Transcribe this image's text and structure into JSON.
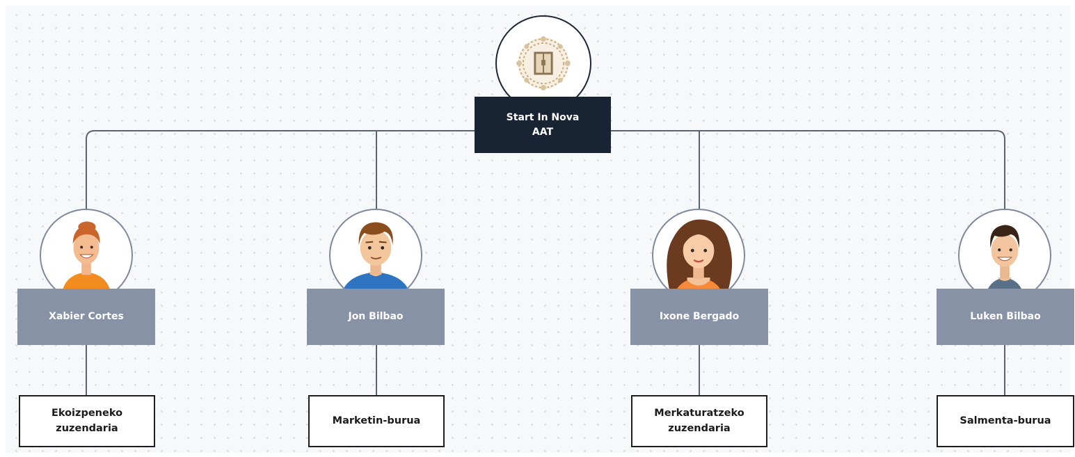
{
  "root": {
    "title": "Start In Nova\nAAT",
    "logo": {
      "icon": "ornate-gold-door-logo",
      "colors": [
        "#c9a97a",
        "#e6d5b8",
        "#8a7354"
      ]
    }
  },
  "people": [
    {
      "name": "Xabier Cortes",
      "role": "Ekoizpeneko\nzuzendaria",
      "avatar": "man-orange-shirt-avatar"
    },
    {
      "name": "Jon Bilbao",
      "role": "Marketin-burua",
      "avatar": "man-blue-shirt-avatar"
    },
    {
      "name": "Ixone Bergado",
      "role": "Merkaturatzeko\nzuzendaria",
      "avatar": "woman-curly-hair-avatar"
    },
    {
      "name": "Luken Bilbao",
      "role": "Salmenta-burua",
      "avatar": "man-grey-shirt-avatar"
    }
  ],
  "colors": {
    "root_box": "#182334",
    "name_box": "#8792a6",
    "connector": "#5a6373",
    "role_border": "#1d1d1d"
  }
}
